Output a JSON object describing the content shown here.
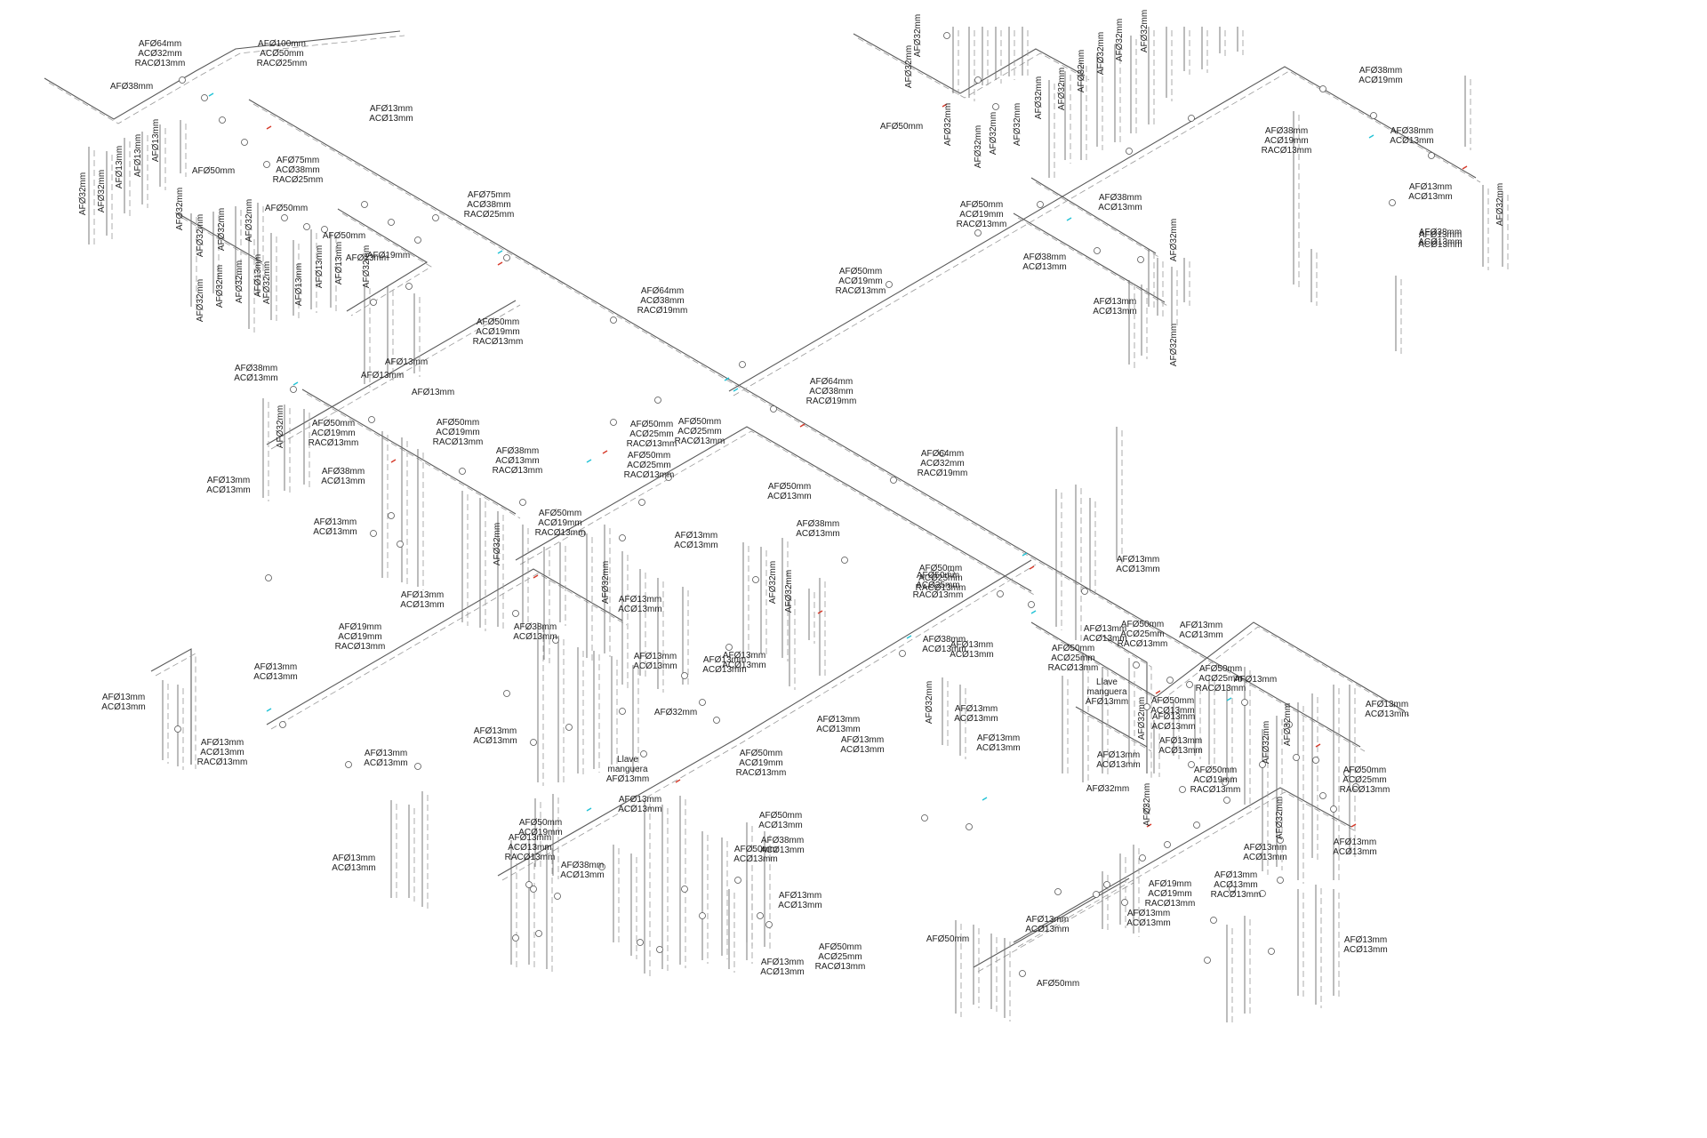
{
  "colors": {
    "pipe": "#5a5a5a",
    "accent_cyan": "#22c3d6",
    "accent_red": "#d63a2a"
  },
  "labels": [
    [
      "AFØ64mm",
      "ACØ32mm",
      "RACØ13mm"
    ],
    [
      "AFØ100mm",
      "ACØ50mm",
      "RACØ25mm"
    ],
    [
      "AFØ38mm"
    ],
    [
      "AFØ13mm",
      "ACØ13mm"
    ],
    [
      "AFØ75mm",
      "ACØ38mm",
      "RACØ25mm"
    ],
    [
      "AFØ50mm"
    ],
    [
      "AFØ75mm",
      "ACØ38mm",
      "RACØ25mm"
    ],
    [
      "AFØ50mm"
    ],
    [
      "AFØ50mm"
    ],
    [
      "AFØ19mm"
    ],
    [
      "AFØ13mm"
    ],
    [
      "AFØ50mm",
      "ACØ19mm",
      "RACØ13mm"
    ],
    [
      "AFØ13mm"
    ],
    [
      "AFØ13mm"
    ],
    [
      "AFØ13mm"
    ],
    [
      "AFØ64mm",
      "ACØ38mm",
      "RACØ19mm"
    ],
    [
      "AFØ38mm",
      "ACØ13mm"
    ],
    [
      "AFØ50mm",
      "ACØ19mm",
      "RACØ13mm"
    ],
    [
      "AFØ50mm",
      "ACØ19mm",
      "RACØ13mm"
    ],
    [
      "AFØ38mm",
      "ACØ13mm",
      "RACØ13mm"
    ],
    [
      "AFØ38mm",
      "ACØ13mm"
    ],
    [
      "AFØ13mm",
      "ACØ13mm"
    ],
    [
      "AFØ13mm",
      "ACØ13mm"
    ],
    [
      "AFØ13mm",
      "ACØ13mm"
    ],
    [
      "AFØ64mm",
      "ACØ38mm",
      "RACØ19mm"
    ],
    [
      "AFØ50mm",
      "ACØ25mm",
      "RACØ13mm"
    ],
    [
      "AFØ50mm",
      "ACØ25mm",
      "RACØ13mm"
    ],
    [
      "AFØ64mm",
      "ACØ32mm",
      "RACØ19mm"
    ],
    [
      "AFØ50mm",
      "ACØ13mm"
    ],
    [
      "AFØ13mm",
      "ACØ13mm"
    ],
    [
      "AFØ38mm",
      "ACØ13mm"
    ],
    [
      "AFØ50mm",
      "ACØ19mm",
      "RACØ13mm"
    ],
    [
      "AFØ13mm",
      "ACØ13mm"
    ],
    [
      "AFØ13mm",
      "ACØ13mm"
    ],
    [
      "AFØ13mm",
      "ACØ13mm"
    ],
    [
      "AFØ50mm"
    ],
    [
      "AFØ50mm",
      "ACØ19mm",
      "RACØ13mm"
    ],
    [
      "AFØ38mm",
      "ACØ13mm"
    ],
    [
      "AFØ38mm",
      "ACØ13mm"
    ],
    [
      "AFØ13mm",
      "ACØ13mm"
    ],
    [
      "AFØ38mm",
      "ACØ19mm"
    ],
    [
      "AFØ38mm",
      "ACØ19mm",
      "RACØ13mm"
    ],
    [
      "AFØ38mm",
      "ACØ13mm"
    ],
    [
      "AFØ13mm",
      "ACØ13mm"
    ],
    [
      "AFØ38mm",
      "ACØ13mm"
    ],
    [
      "AFØ13mm",
      "ACØ13mm"
    ],
    [
      "AFØ50mm",
      "ACØ19mm",
      "RACØ13mm"
    ],
    [
      "AFØ50mm",
      "ACØ25mm",
      "RACØ13mm"
    ],
    [
      "AFØ50mm",
      "ACØ25mm",
      "RACØ13mm"
    ],
    [
      "AFØ19mm",
      "ACØ19mm",
      "RACØ13mm"
    ],
    [
      "AFØ13mm",
      "ACØ13mm"
    ],
    [
      "AFØ13mm",
      "ACØ13mm"
    ],
    [
      "AFØ13mm",
      "ACØ13mm",
      "RACØ13mm"
    ],
    [
      "AFØ13mm",
      "ACØ13mm"
    ],
    [
      "AFØ13mm",
      "ACØ13mm"
    ],
    [
      "AFØ38mm",
      "ACØ13mm"
    ],
    [
      "AFØ13mm",
      "ACØ13mm"
    ],
    [
      "AFØ13mm",
      "ACØ13mm"
    ],
    [
      "AFØ13mm",
      "ACØ13mm"
    ],
    [
      "AFØ32mm"
    ],
    [
      "AFØ13mm",
      "ACØ13mm"
    ],
    [
      "Llave",
      "manguera",
      "AFØ13mm"
    ],
    [
      "AFØ50mm",
      "ACØ25mm",
      "RACØ13mm"
    ],
    [
      "AFØ50mm",
      "ACØ19mm",
      "RACØ13mm"
    ],
    [
      "AFØ50mm",
      "ACØ19mm"
    ],
    [
      "AFØ50mm",
      "ACØ13mm"
    ],
    [
      "AFØ13mm",
      "ACØ13mm",
      "RACØ13mm"
    ],
    [
      "AFØ38mm",
      "ACØ13mm"
    ],
    [
      "AFØ50mm",
      "ACØ13mm"
    ],
    [
      "AFØ38mm",
      "ACØ13mm"
    ],
    [
      "AFØ13mm",
      "ACØ13mm"
    ],
    [
      "AFØ13mm",
      "ACØ13mm"
    ],
    [
      "AFØ50mm",
      "ACØ25mm",
      "RACØ13mm"
    ],
    [
      "AFØ38mm",
      "ACØ13mm"
    ],
    [
      "AFØ13mm",
      "ACØ13mm"
    ],
    [
      "AFØ13mm",
      "ACØ13mm"
    ],
    [
      "AFØ13mm",
      "ACØ13mm"
    ],
    [
      "AFØ13mm",
      "ACØ13mm"
    ],
    [
      "AFØ13mm",
      "ACØ13mm"
    ],
    [
      "AFØ50mm",
      "ACØ25mm",
      "RACØ13mm"
    ],
    [
      "AFØ13mm",
      "ACØ13mm"
    ],
    [
      "AFØ50mm",
      "ACØ25mm",
      "RACØ13mm"
    ],
    [
      "AFØ13mm",
      "ACØ13mm"
    ],
    [
      "AFØ50mm",
      "ACØ25mm",
      "RACØ13mm"
    ],
    [
      "AFØ50mm",
      "ACØ13mm"
    ],
    [
      "AFØ13mm",
      "ACØ13mm"
    ],
    [
      "AFØ13mm"
    ],
    [
      "Llave",
      "manguera",
      "AFØ13mm"
    ],
    [
      "AFØ13mm",
      "ACØ13mm"
    ],
    [
      "AFØ50mm",
      "ACØ19mm",
      "RACØ13mm"
    ],
    [
      "AFØ32mm"
    ],
    [
      "AFØ50mm",
      "ACØ25mm",
      "RACØ13mm"
    ],
    [
      "AFØ13mm",
      "ACØ13mm"
    ],
    [
      "AFØ13mm",
      "ACØ13mm"
    ],
    [
      "AFØ13mm",
      "ACØ13mm"
    ],
    [
      "AFØ13mm",
      "ACØ13mm",
      "RACØ13mm"
    ],
    [
      "AFØ19mm",
      "ACØ19mm",
      "RACØ13mm"
    ],
    [
      "AFØ13mm",
      "ACØ13mm"
    ],
    [
      "AFØ13mm",
      "ACØ13mm"
    ],
    [
      "AFØ13mm",
      "ACØ13mm"
    ],
    [
      "AFØ13mm",
      "ACØ13mm"
    ],
    [
      "AFØ50mm"
    ],
    [
      "AFØ50mm"
    ]
  ],
  "vertical_labels": [
    "AFØ32mm",
    "AFØ32mm",
    "AFØ13mm",
    "AFØ13mm",
    "AFØ13mm",
    "AFØ32mm",
    "AFØ32mm",
    "AFØ32mm",
    "AFØ32mm",
    "AFØ32mm",
    "AFØ32mm",
    "AFØ32mm",
    "AFØ32mm",
    "AFØ13mm",
    "AFØ13mm",
    "AFØ13mm",
    "AFØ13mm",
    "AFØ32mm",
    "AFØ32mm",
    "AFØ32mm",
    "AFØ32mm",
    "AFØ32mm",
    "AFØ32mm",
    "AFØ32mm",
    "AFØ32mm",
    "AFØ32mm",
    "AFØ32mm",
    "AFØ32mm",
    "AFØ32mm",
    "AFØ32mm",
    "AFØ32mm",
    "AFØ32mm",
    "AFØ32mm",
    "AFØ32mm",
    "AFØ32mm",
    "AFØ32mm",
    "AFØ32mm",
    "AFØ32mm",
    "AFØ32mm",
    "AFØ32mm",
    "AFØ32mm",
    "AFØ32mm",
    "AFØ32mm",
    "AFØ32mm"
  ]
}
